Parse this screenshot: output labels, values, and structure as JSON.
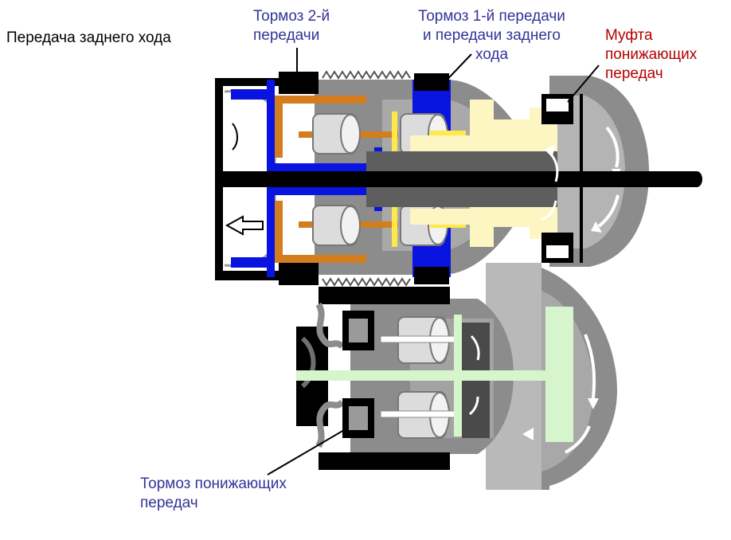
{
  "title": "Передача заднего хода",
  "labels": {
    "brake_second": [
      "Тормоз 2-й",
      "передачи"
    ],
    "brake_first_reverse": [
      "Тормоз 1-й передачи",
      "и передачи заднего",
      "хода"
    ],
    "clutch_reduction": [
      "Муфта",
      "понижающих",
      "передач"
    ],
    "brake_reduction": [
      "Тормоз понижающих",
      "передач"
    ]
  },
  "colors": {
    "label_blue": "#33339a",
    "label_red": "#b30000",
    "drum_grey": "#8c8c8c",
    "drum_light": "#bdbdbd",
    "housing_black": "#000000",
    "brake_blue": "#0a14e0",
    "carrier_orange": "#d37d1e",
    "clutch_cream": "#fdf6c3",
    "shaft_green": "#d7f5cd",
    "pin_yellow": "#ffe94a"
  }
}
